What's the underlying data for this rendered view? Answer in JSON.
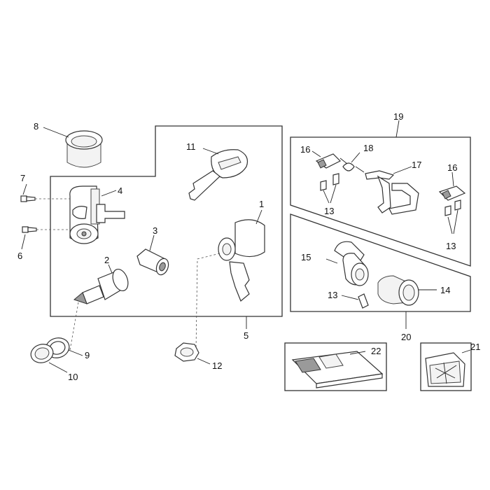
{
  "diagram": {
    "callouts": [
      "1",
      "2",
      "3",
      "4",
      "5",
      "6",
      "7",
      "8",
      "9",
      "10",
      "11",
      "12",
      "13",
      "14",
      "15",
      "16",
      "17",
      "18",
      "19",
      "20",
      "21",
      "22"
    ],
    "colors": {
      "line": "#333333",
      "text": "#111111",
      "background": "#ffffff",
      "shade": "#9a9a9a"
    }
  }
}
